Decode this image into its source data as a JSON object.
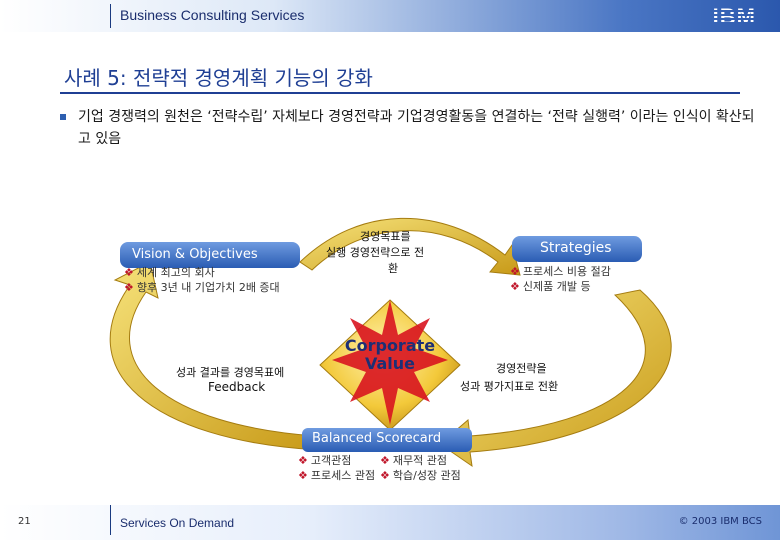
{
  "header": {
    "company": "Business Consulting Services",
    "logo": "IBM"
  },
  "title": "사례 5: 전략적 경영계획 기능의 강화",
  "bullet": "기업 경쟁력의 원천은 ‘전략수립’ 자체보다 경영전략과 기업경영활동을 연결하는 ‘전략 실행력’ 이라는 인식이 확산되고 있음",
  "vision": {
    "title": "Vision & Objectives",
    "items": [
      "세계 최고의 회사",
      "향후 3년 내 기업가치 2배 증대"
    ]
  },
  "strategies": {
    "title": "Strategies",
    "items": [
      "프로세스 비용 절감",
      "신제품 개발 등"
    ]
  },
  "arrow_top": {
    "line1": "경영목표를",
    "line2": "실행 경영전략으로 전",
    "line3": "환"
  },
  "arrow_right": {
    "line1": "경영전략을",
    "line2": "성과 평가지표로 전환"
  },
  "arrow_left": {
    "line1": "성과 결과를 경영목표에",
    "line2": "Feedback"
  },
  "center": {
    "line1": "Corporate",
    "line2": "Value"
  },
  "bsc": {
    "title": "Balanced Scorecard",
    "items": [
      "고객관점",
      "재무적 관점",
      "프로세스 관점",
      "학습/성장 관점"
    ]
  },
  "footer": {
    "page": "21",
    "left": "Services On Demand",
    "right": "© 2003 IBM BCS"
  },
  "colors": {
    "arrow": "#e8c23a",
    "arrow_dark": "#b8890f",
    "box": "#3a6fc7",
    "title": "#1f3f94",
    "diamond": "#c0162a",
    "star": "#d8141f"
  }
}
